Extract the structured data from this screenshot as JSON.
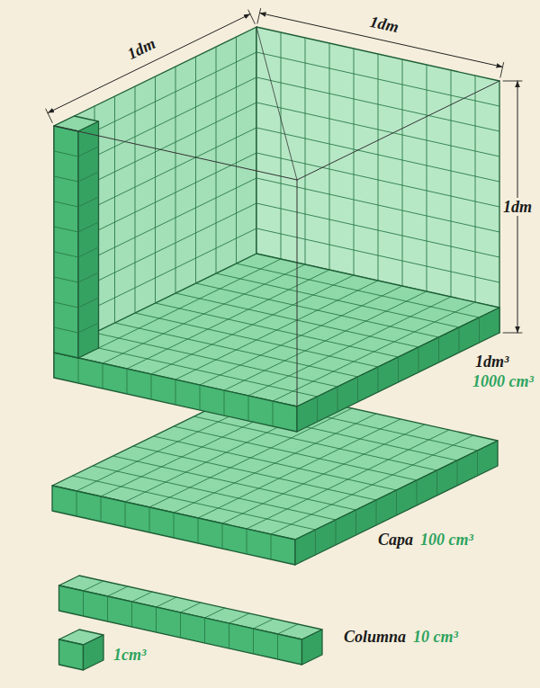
{
  "diagram": {
    "labels": [
      "1dm",
      "1dm",
      "1dm",
      "1dm³",
      "1000 cm³",
      "Capa",
      "100 cm³",
      "Columna",
      "10 cm³",
      "1cm³"
    ]
  }
}
